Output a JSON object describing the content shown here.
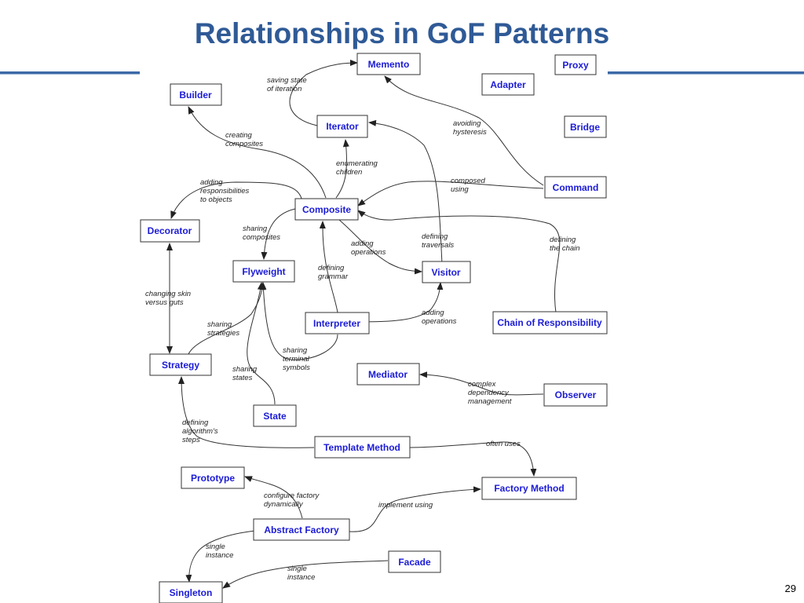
{
  "title": "Relationships in GoF Patterns",
  "page_number": "29",
  "patterns": {
    "memento": "Memento",
    "proxy": "Proxy",
    "adapter": "Adapter",
    "builder": "Builder",
    "iterator": "Iterator",
    "bridge": "Bridge",
    "command": "Command",
    "composite": "Composite",
    "decorator": "Decorator",
    "flyweight": "Flyweight",
    "visitor": "Visitor",
    "interpreter": "Interpreter",
    "chain": "Chain of Responsibility",
    "strategy": "Strategy",
    "mediator": "Mediator",
    "observer": "Observer",
    "state": "State",
    "template_method": "Template Method",
    "prototype": "Prototype",
    "factory_method": "Factory Method",
    "abstract_factory": "Abstract Factory",
    "facade": "Facade",
    "singleton": "Singleton"
  },
  "relations": {
    "saving_state": [
      "saving state",
      "of iteration"
    ],
    "avoiding_hysteresis": [
      "avoiding",
      "hysteresis"
    ],
    "creating_composites": [
      "creating",
      "composites"
    ],
    "enumerating_children": [
      "enumerating",
      "children"
    ],
    "adding_responsibilities": [
      "adding",
      "responsibilities",
      "to objects"
    ],
    "composed_using": [
      "composed",
      "using"
    ],
    "sharing_composites": [
      "sharing",
      "composites"
    ],
    "adding_operations_1": [
      "adding",
      "operations"
    ],
    "defining_traversals": [
      "defining",
      "traversals"
    ],
    "defining_chain": [
      "defining",
      "the chain"
    ],
    "defining_grammar": [
      "defining",
      "grammar"
    ],
    "changing_skin": [
      "changing skin",
      "versus guts"
    ],
    "adding_operations_2": [
      "adding",
      "operations"
    ],
    "sharing_strategies": [
      "sharing",
      "strategies"
    ],
    "sharing_terminal": [
      "sharing",
      "terminal",
      "symbols"
    ],
    "sharing_states": [
      "sharing",
      "states"
    ],
    "complex_dependency": [
      "complex",
      "dependency",
      "management"
    ],
    "defining_algorithm": [
      "defining",
      "algorithm's",
      "steps"
    ],
    "often_uses": [
      "often uses"
    ],
    "configure_factory": [
      "configure factory",
      "dynamically"
    ],
    "implement_using": [
      "implement using"
    ],
    "single_instance_1": [
      "single",
      "instance"
    ],
    "single_instance_2": [
      "single",
      "instance"
    ]
  }
}
